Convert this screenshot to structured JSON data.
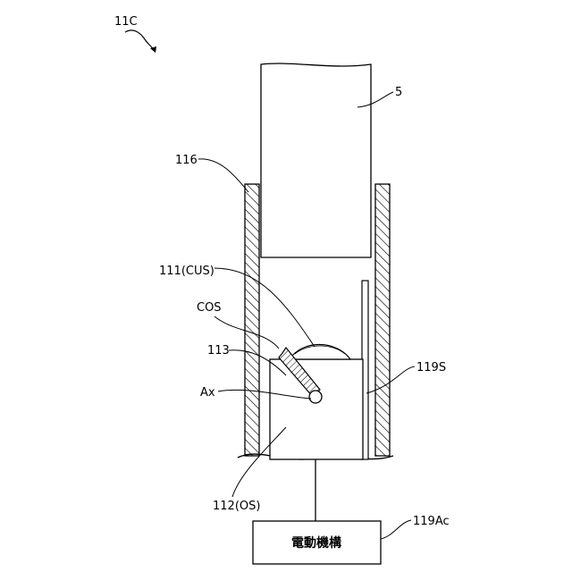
{
  "figure": {
    "labels": {
      "fig_ref": "11C",
      "shaft": "5",
      "sleeve": "116",
      "cus": "111(CUS)",
      "cos": "COS",
      "part_113": "113",
      "axis": "Ax",
      "stop_119s": "119S",
      "os": "112(OS)",
      "actuator_ref": "119Ac"
    },
    "actuator_text": "電動機構"
  }
}
